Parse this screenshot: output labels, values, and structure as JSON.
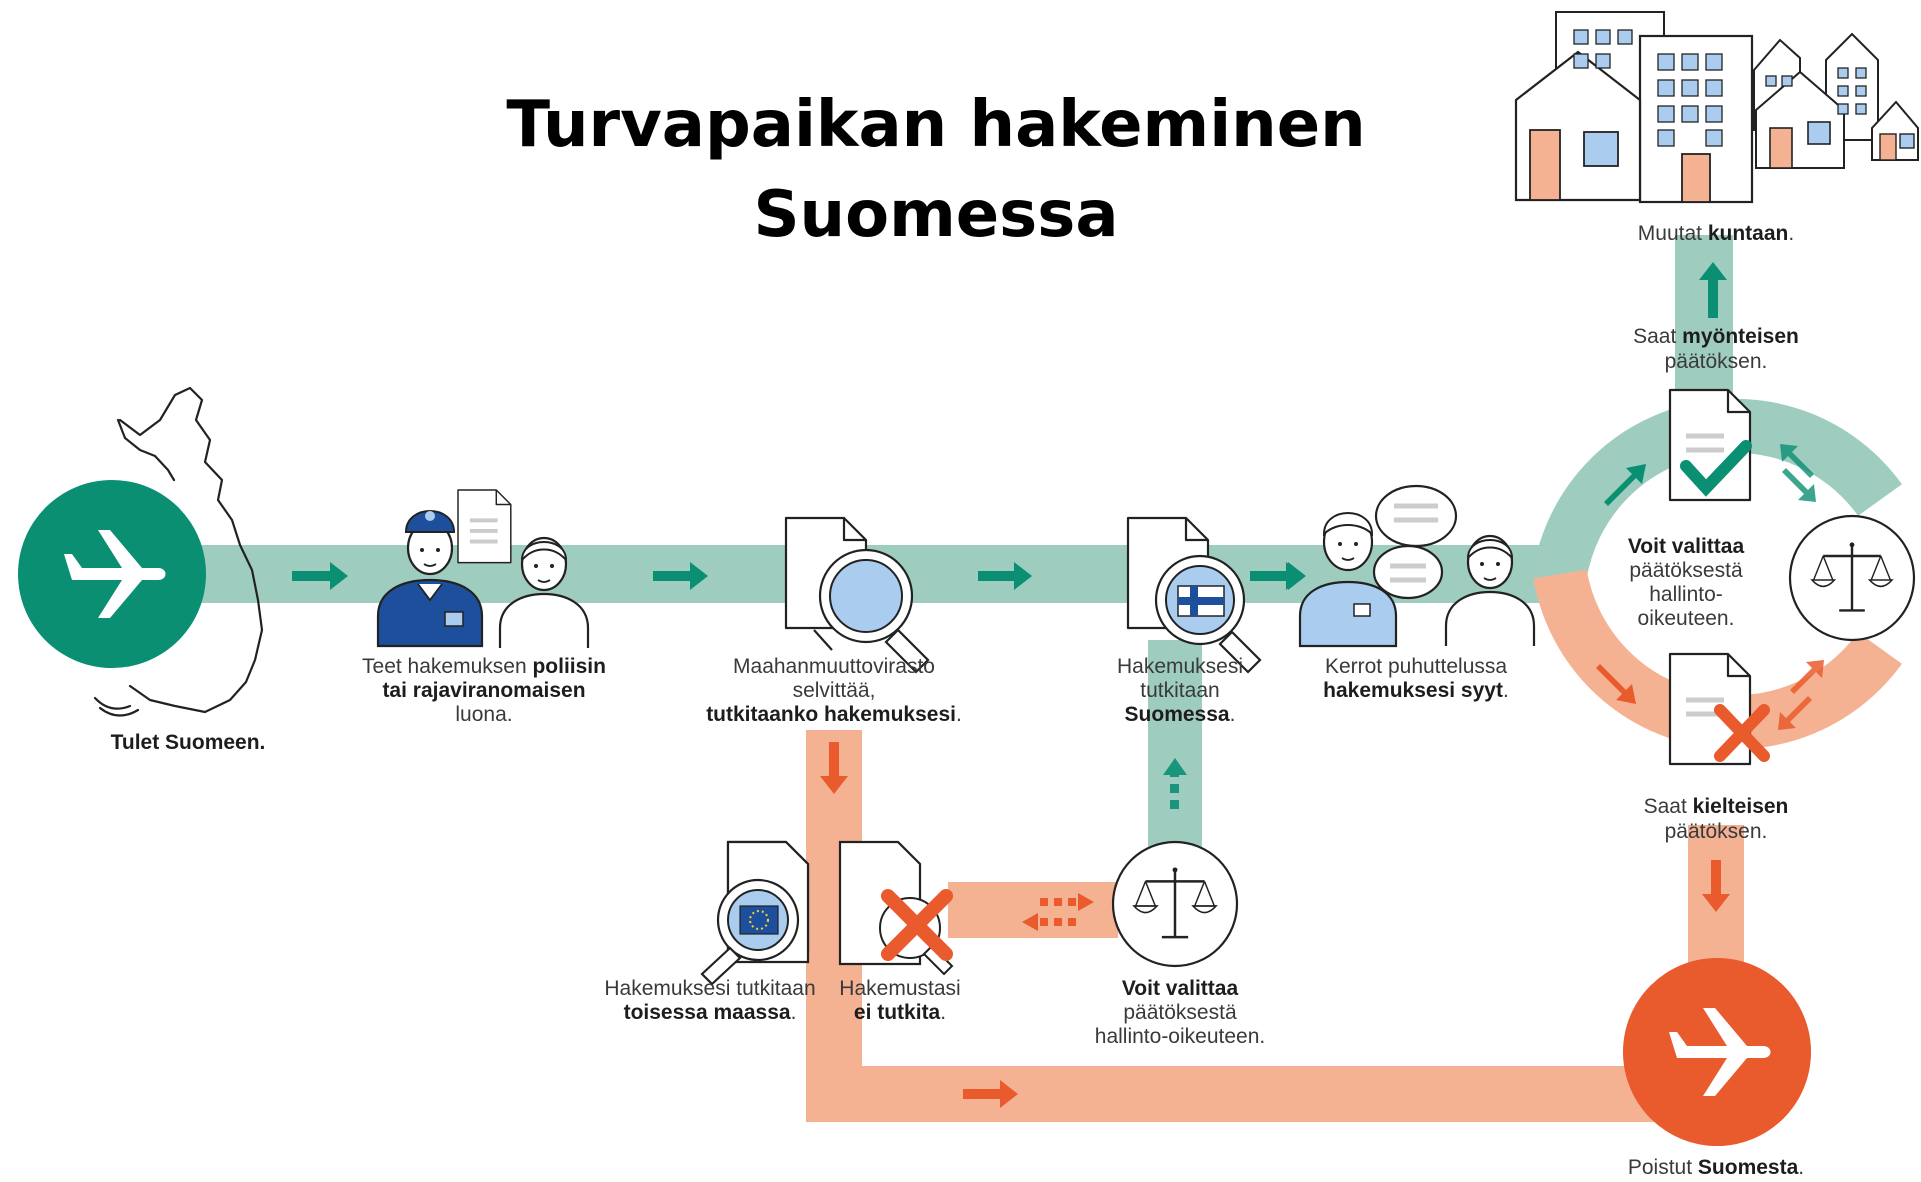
{
  "title": {
    "line1": "Turvapaikan hakeminen",
    "line2": "Suomessa"
  },
  "steps": {
    "arrive": {
      "bold": "Tulet Suomeen."
    },
    "apply": {
      "pre": "Teet hakemuksen ",
      "bold1": "poliisin",
      "bold2": "tai rajaviranomaisen",
      "post": "luona."
    },
    "migri": {
      "line1": "Maahanmuuttovirasto",
      "line2": "selvittää,",
      "bold": "tutkitaanko hakemuksesi",
      "post": "."
    },
    "examined_finland": {
      "line1": "Hakemuksesi",
      "line2": "tutkitaan",
      "bold": "Suomessa",
      "post": "."
    },
    "interview": {
      "line1": "Kerrot puhuttelussa",
      "bold": "hakemuksesi syyt",
      "post": "."
    },
    "other_country": {
      "pre": "Hakemuksesi tutkitaan",
      "bold": "toisessa maassa",
      "post": "."
    },
    "not_examined": {
      "pre": "Hakemustasi",
      "bold": "ei tutkita",
      "post": "."
    },
    "appeal_lower": {
      "bold": "Voit valittaa",
      "line2": "päätöksestä",
      "line3": "hallinto-oikeuteen."
    },
    "appeal_right": {
      "bold": "Voit valittaa",
      "line2": "päätöksestä",
      "line3": "hallinto-",
      "line4": "oikeuteen."
    },
    "positive": {
      "pre": "Saat ",
      "bold": "myönteisen",
      "line2": "päätöksen."
    },
    "negative": {
      "pre": "Saat ",
      "bold": "kielteisen",
      "line2": "päätöksen."
    },
    "municipality": {
      "pre": "Muutat ",
      "bold": "kuntaan",
      "post": "."
    },
    "leave": {
      "pre": "Poistut ",
      "bold": "Suomesta",
      "post": "."
    }
  },
  "icons": [
    "airplane-icon",
    "finland-map-icon",
    "police-officer-icon",
    "document-icon",
    "person-icon",
    "magnifier-document-icon",
    "finnish-flag-icon",
    "eu-flag-icon",
    "speech-bubble-icon",
    "scales-icon",
    "checkmark-icon",
    "cross-icon",
    "houses-icon",
    "arrow-icon"
  ],
  "colors": {
    "green": "#0a8f73",
    "green_light": "#9ecdbf",
    "orange": "#e95a2c",
    "orange_light": "#f5b293",
    "police_blue": "#1e4f9c",
    "light_blue": "#aacdef"
  }
}
